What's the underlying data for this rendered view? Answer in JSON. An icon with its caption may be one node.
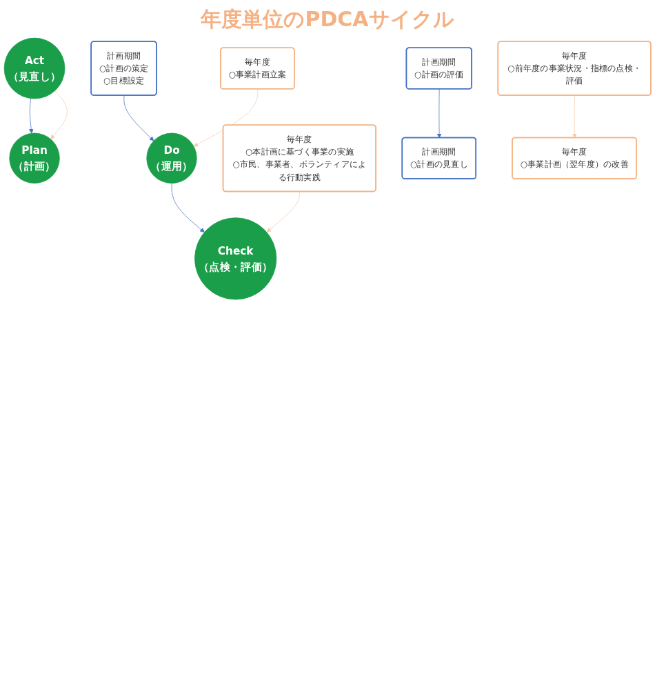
{
  "diagram": {
    "nodes": [
      {
        "text": [
          "Plan",
          "（計画）"
        ]
      },
      {
        "text": [
          "計画期間",
          "○計画の策定",
          "○目標設定"
        ]
      },
      {
        "text": [
          "毎年度",
          "○事業計画立案"
        ]
      },
      {
        "text": [
          "Do",
          "（運用）"
        ]
      },
      {
        "text": [
          "毎年度",
          "○本計画に基づく事業の実施",
          "○市民、事業者、ボランティアによる行動実践"
        ]
      },
      {
        "text": [
          "Check",
          "（点検・評価）"
        ]
      },
      {
        "text": [
          "毎年度",
          "○前年度の事業状況・指標の点検・評価"
        ]
      },
      {
        "text": [
          "計画期間",
          "○計画の評価"
        ]
      },
      {
        "text": [
          "Act",
          "（見直し）"
        ]
      },
      {
        "text": [
          "計画期間",
          "○計画の見直し"
        ]
      },
      {
        "text": [
          "毎年度",
          "○事業計画（翌年度）の改善"
        ]
      }
    ],
    "edges": [
      {
        "from": 8,
        "to": 0,
        "arrow": "to",
        "color": "#4472c4"
      },
      {
        "from": 1,
        "to": 3,
        "arrow": "to",
        "color": "#4472c4"
      },
      {
        "from": 3,
        "to": 5,
        "arrow": "to",
        "color": "#4472c4"
      },
      {
        "from": 7,
        "to": 9,
        "arrow": "to",
        "color": "#4472c4"
      },
      {
        "from": 8,
        "to": 0,
        "arrow": "to",
        "color": "#f8cbad"
      },
      {
        "from": 2,
        "to": 3,
        "arrow": "to",
        "color": "#f8cbad"
      },
      {
        "from": 4,
        "to": 5,
        "arrow": "to",
        "color": "#f8cbad"
      },
      {
        "from": 6,
        "to": 10,
        "arrow": "to",
        "color": "#f8cbad"
      }
    ],
    "labels": [
      "年度単位のPDCAサイクル"
    ]
  }
}
